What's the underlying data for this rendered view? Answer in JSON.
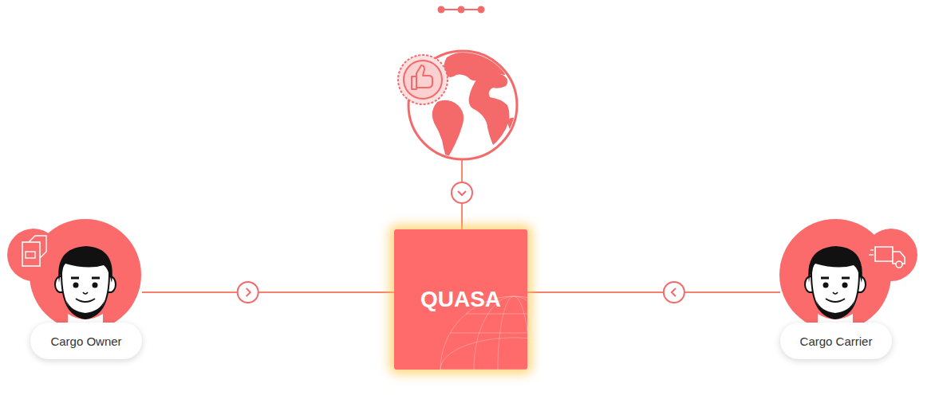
{
  "diagram": {
    "nodes": [
      {
        "text": [
          "Cargo Owner"
        ]
      },
      {
        "text": [
          "QUASA"
        ]
      },
      {
        "text": [
          "Cargo Carrier"
        ]
      }
    ],
    "edges": [
      {
        "from": 0,
        "to": 1,
        "arrow": "to"
      },
      {
        "from": 2,
        "to": 1,
        "arrow": "to"
      }
    ]
  }
}
